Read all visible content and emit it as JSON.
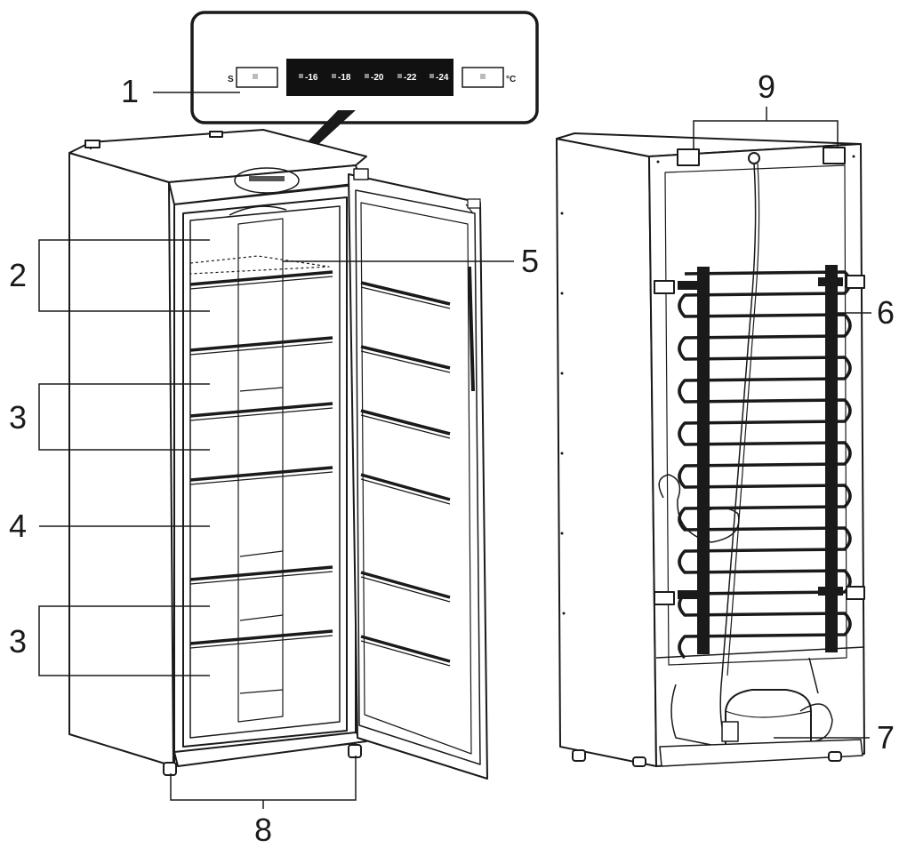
{
  "control_panel": {
    "left_label": "S",
    "right_label": "°C",
    "temperatures": [
      "-16",
      "-18",
      "-20",
      "-22",
      "-24"
    ]
  },
  "callouts": {
    "c1": "1",
    "c2": "2",
    "c3a": "3",
    "c3b": "3",
    "c4": "4",
    "c5": "5",
    "c6": "6",
    "c7": "7",
    "c8": "8",
    "c9": "9"
  },
  "colors": {
    "line": "#1a1a1a",
    "panel_display": "#111111",
    "panel_led": "#bbbbbb",
    "background": "#ffffff"
  }
}
